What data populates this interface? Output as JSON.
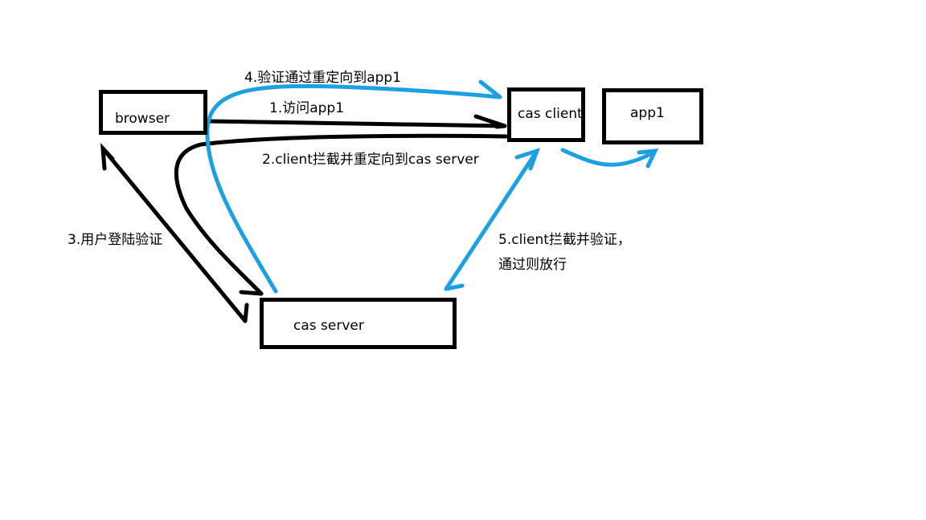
{
  "diagram": {
    "nodes": {
      "browser": "browser",
      "cas_client": "cas client",
      "app1": "app1",
      "cas_server": "cas server"
    },
    "edges": {
      "step1": "1.访问app1",
      "step2": "2.client拦截并重定向到cas server",
      "step3": "3.用户登陆验证",
      "step4": "4.验证通过重定向到app1",
      "step5_line1": "5.client拦截并验证，",
      "step5_line2": "通过则放行"
    },
    "colors": {
      "black_stroke": "#000000",
      "blue_stroke": "#1ba1e2"
    }
  }
}
